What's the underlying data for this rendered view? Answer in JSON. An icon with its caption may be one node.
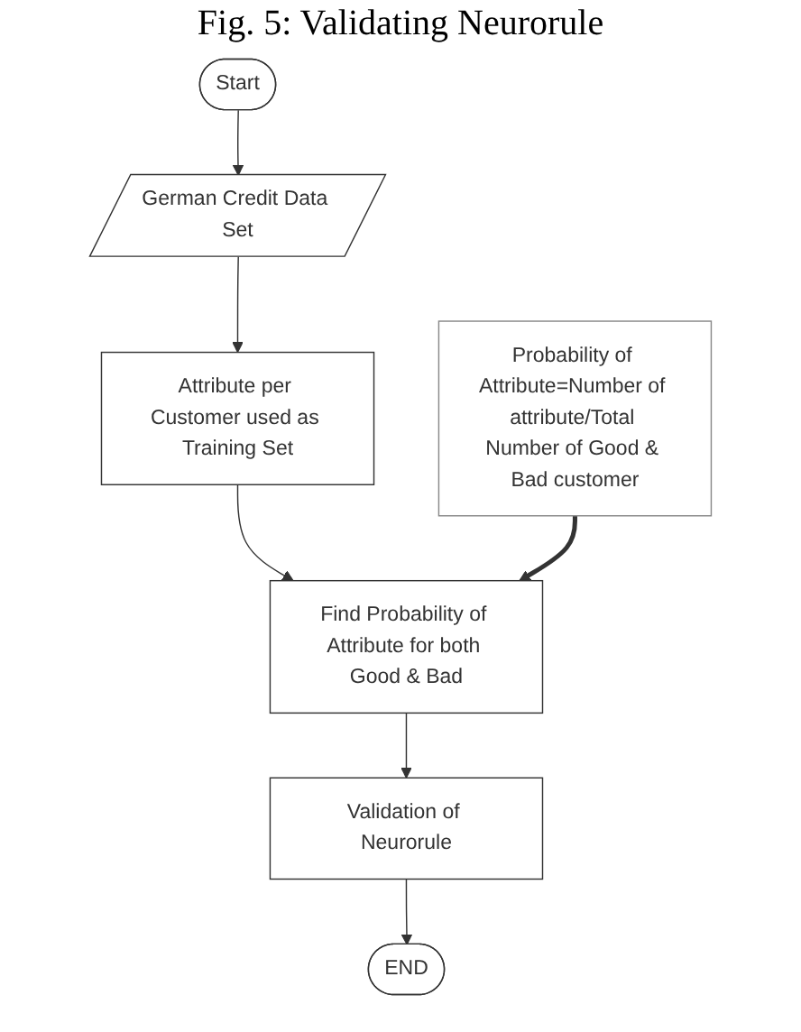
{
  "diagram": {
    "title": "Fig. 5: Validating Neurorule",
    "nodes": [
      {
        "text": [
          "Start"
        ]
      },
      {
        "text": [
          "German Credit Data Set"
        ]
      },
      {
        "text": [
          "Attribute per Customer used as Training Set"
        ]
      },
      {
        "text": [
          "Find Probability of Attribute for both Good & Bad"
        ]
      },
      {
        "text": [
          "Validation of Neurorule"
        ]
      },
      {
        "text": [
          "END"
        ]
      },
      {
        "text": [
          "Probability of Attribute=Number of attribute/Total Number of Good & Bad customer"
        ]
      }
    ],
    "edges": [
      {
        "from": 0,
        "to": 1,
        "arrow": "to"
      },
      {
        "from": 1,
        "to": 2,
        "arrow": "to"
      },
      {
        "from": 2,
        "to": 3,
        "arrow": "to"
      },
      {
        "from": 3,
        "to": 4,
        "arrow": "to"
      },
      {
        "from": 4,
        "to": 5,
        "arrow": "to"
      },
      {
        "from": 6,
        "to": 3,
        "arrow": "to",
        "style": "thick"
      }
    ]
  }
}
